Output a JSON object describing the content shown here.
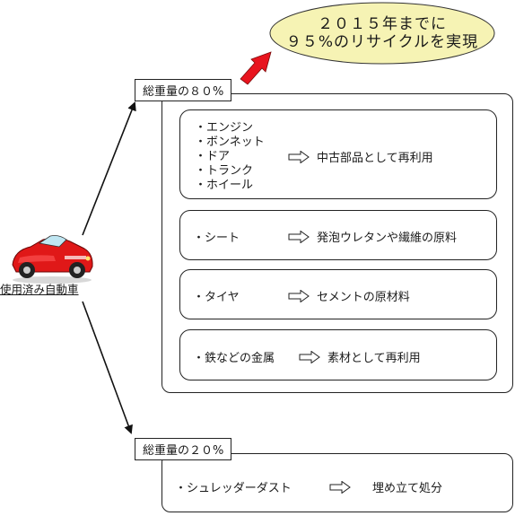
{
  "car_label": "使用済み自動車",
  "goal": {
    "line1": "２０１５年までに",
    "line2": "９５%のリサイクルを実現"
  },
  "group80": {
    "label": "総重量の８０%",
    "boxes": [
      {
        "items": [
          "・エンジン",
          "・ボンネット",
          "・ドア",
          "・トランク",
          "・ホイール"
        ],
        "dest": "中古部品として再利用"
      },
      {
        "items": [
          "・シート"
        ],
        "dest": "発泡ウレタンや繊維の原料"
      },
      {
        "items": [
          "・タイヤ"
        ],
        "dest": "セメントの原材料"
      },
      {
        "items": [
          "・鉄などの金属"
        ],
        "dest": "素材として再利用"
      }
    ]
  },
  "group20": {
    "label": "総重量の２０%",
    "item": "・シュレッダーダスト",
    "dest": "埋め立て処分"
  },
  "colors": {
    "goal_fill": "#f6f3b4",
    "red_arrow": "#e8141e",
    "car_body": "#e01818"
  }
}
